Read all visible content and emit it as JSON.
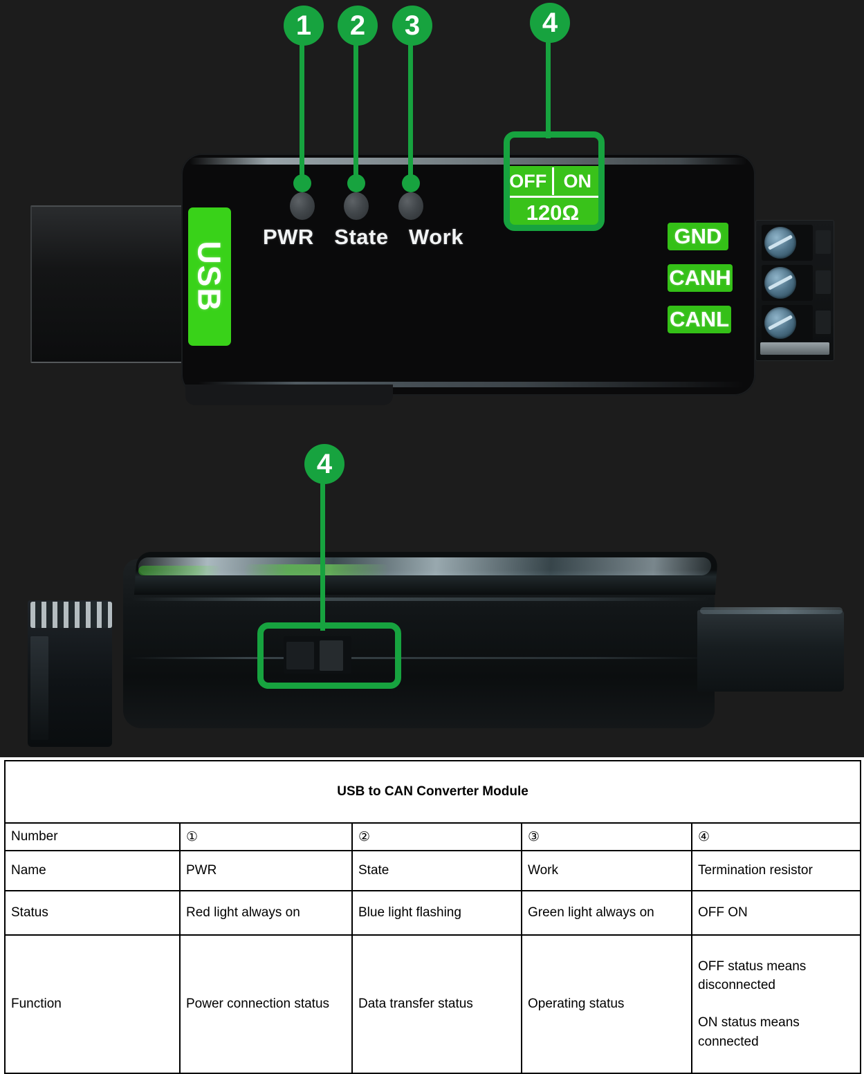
{
  "device": {
    "top_view": {
      "usb_label": "USB",
      "led_labels": [
        "PWR",
        "State",
        "Work"
      ],
      "termination_silk": {
        "off": "OFF",
        "on": "ON",
        "value": "120Ω"
      },
      "port_labels": [
        "GND",
        "CANH",
        "CANL"
      ]
    },
    "callouts": [
      {
        "id": "1",
        "label": "1"
      },
      {
        "id": "2",
        "label": "2"
      },
      {
        "id": "3",
        "label": "3"
      },
      {
        "id": "4",
        "label": "4"
      },
      {
        "id": "4b",
        "label": "4"
      }
    ],
    "accent_color": "#17a33f",
    "silk_green": "#39d219",
    "label_white": "#ffffff",
    "background_color": "#1c1c1c"
  },
  "table": {
    "title": "USB to CAN Converter Module",
    "rows": {
      "number": {
        "header": "Number",
        "values": [
          "①",
          "②",
          "③",
          "④"
        ]
      },
      "name": {
        "header": "Name",
        "values": [
          "PWR",
          "State",
          "Work",
          "Termination resistor"
        ]
      },
      "status": {
        "header": "Status",
        "values": [
          "Red light always on",
          "Blue light flashing",
          "Green light always on",
          "OFF ON"
        ]
      },
      "function": {
        "header": "Function",
        "values": [
          "Power connection status",
          "Data transfer status",
          "Operating status",
          ""
        ],
        "last_line1": "OFF status means",
        "last_line2": "disconnected",
        "last_line3": "ON status means",
        "last_line4": "connected"
      }
    }
  }
}
